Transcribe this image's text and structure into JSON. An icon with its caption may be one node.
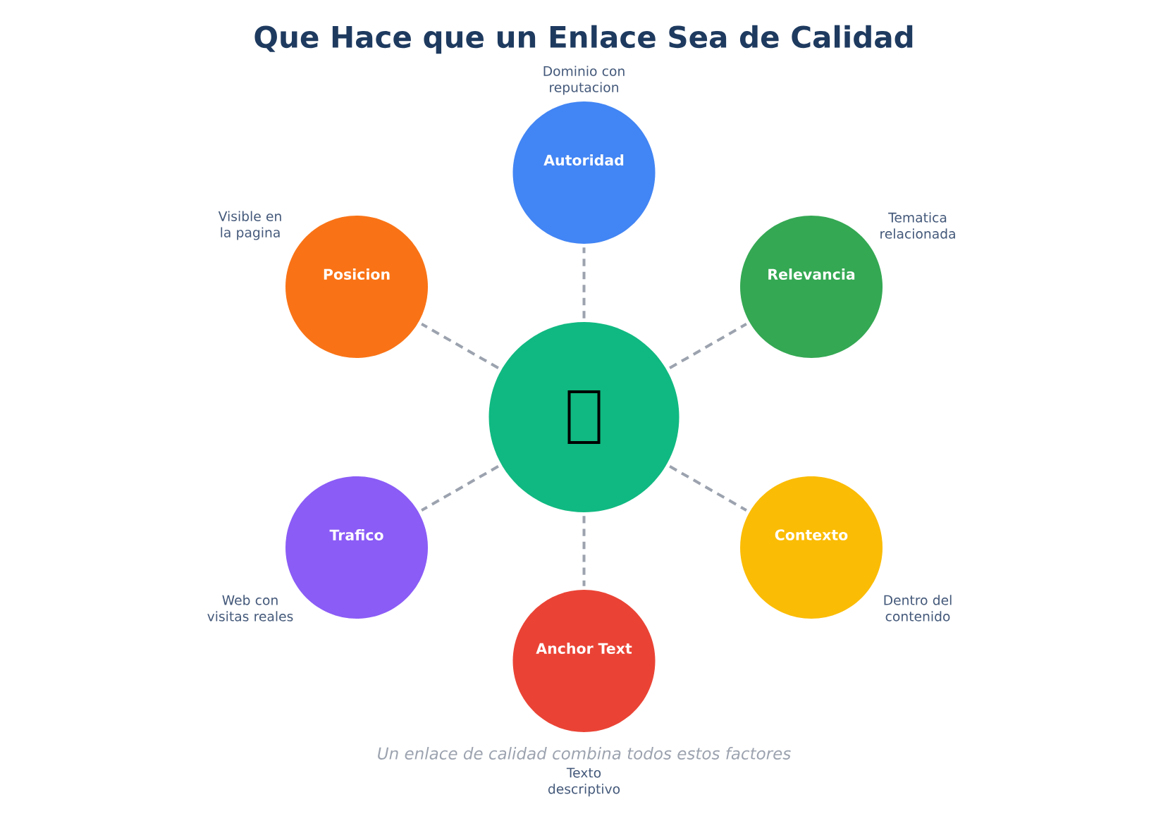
{
  "diagram": {
    "title": "Que Hace que un Enlace Sea de Calidad",
    "caption": "Un enlace de calidad combina todos estos factores",
    "nodes": [
      {
        "text": [
          "Autoridad"
        ],
        "beside": [
          "Dominio con reputacion"
        ]
      },
      {
        "text": [
          "Posicion"
        ],
        "beside": [
          "Visible en la pagina"
        ]
      },
      {
        "text": [
          "Relevancia"
        ],
        "beside": [
          "Tematica relacionada"
        ]
      },
      {
        "text": [],
        "shape": "circle"
      },
      {
        "text": [
          "Trafico"
        ],
        "beside": [
          "Web con visitas reales"
        ]
      },
      {
        "text": [
          "Contexto"
        ],
        "beside": [
          "Dentro del contenido"
        ]
      },
      {
        "text": [
          "Anchor Text"
        ],
        "beside": [
          "Texto descriptivo"
        ]
      }
    ],
    "edges": [
      {
        "from": 3,
        "to": 0,
        "arrow": "none",
        "style": "dashed"
      },
      {
        "from": 3,
        "to": 1,
        "arrow": "none",
        "style": "dashed"
      },
      {
        "from": 3,
        "to": 2,
        "arrow": "none",
        "style": "dashed"
      },
      {
        "from": 3,
        "to": 4,
        "arrow": "none",
        "style": "dashed"
      },
      {
        "from": 3,
        "to": 5,
        "arrow": "none",
        "style": "dashed"
      },
      {
        "from": 3,
        "to": 6,
        "arrow": "none",
        "style": "dashed"
      }
    ]
  }
}
